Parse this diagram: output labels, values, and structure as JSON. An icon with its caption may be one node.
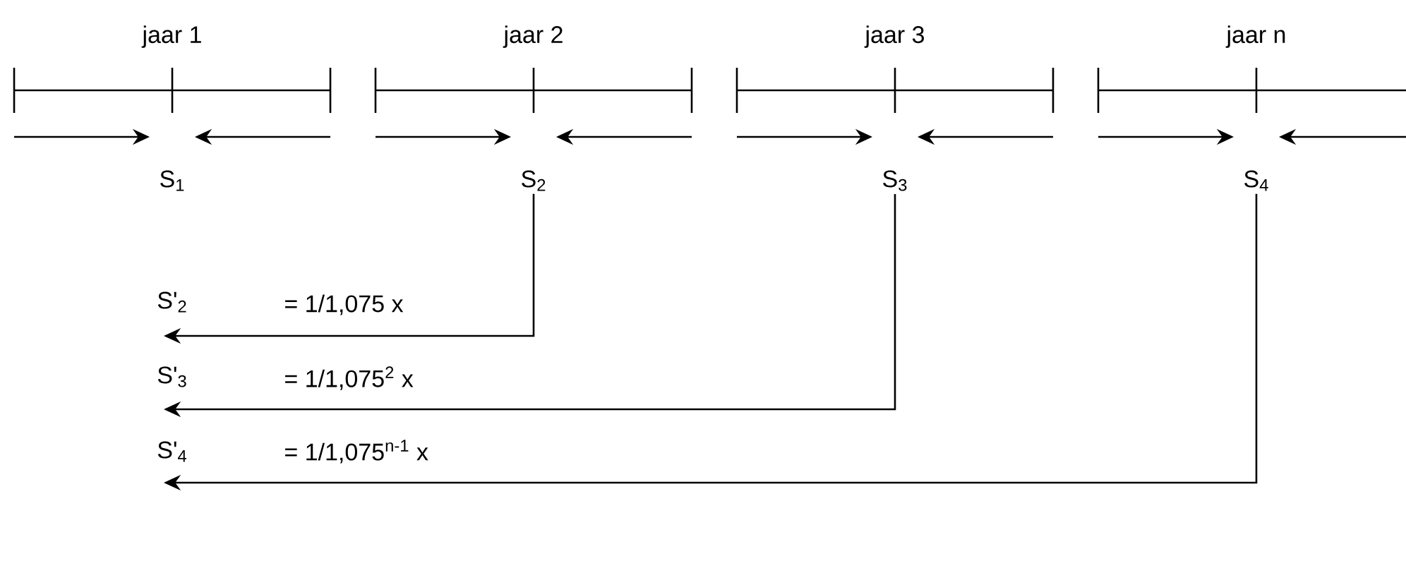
{
  "diagram": {
    "nodes": [
      {
        "text": [
          "S$_{1}$"
        ]
      },
      {
        "text": [
          "S$_{2}$"
        ]
      },
      {
        "text": [
          "S$_{3}$"
        ]
      },
      {
        "text": [
          "S$_{4}$"
        ]
      },
      {
        "text": [
          "S'$_{2}$"
        ]
      },
      {
        "text": [
          "S'$_{3}$"
        ]
      },
      {
        "text": [
          "S'$_{4}$"
        ]
      }
    ],
    "edges": [
      {
        "from": 1,
        "to": 4,
        "arrow": "to",
        "label": "= 1/1,075 x"
      },
      {
        "from": 2,
        "to": 5,
        "arrow": "to",
        "label": "= 1/1,075$^{2}$ x"
      },
      {
        "from": 3,
        "to": 6,
        "arrow": "to",
        "label": "= 1/1,075$^{n-1}$ x"
      }
    ],
    "labels": [
      "jaar 1",
      "jaar 2",
      "jaar 3",
      "jaar n"
    ]
  }
}
